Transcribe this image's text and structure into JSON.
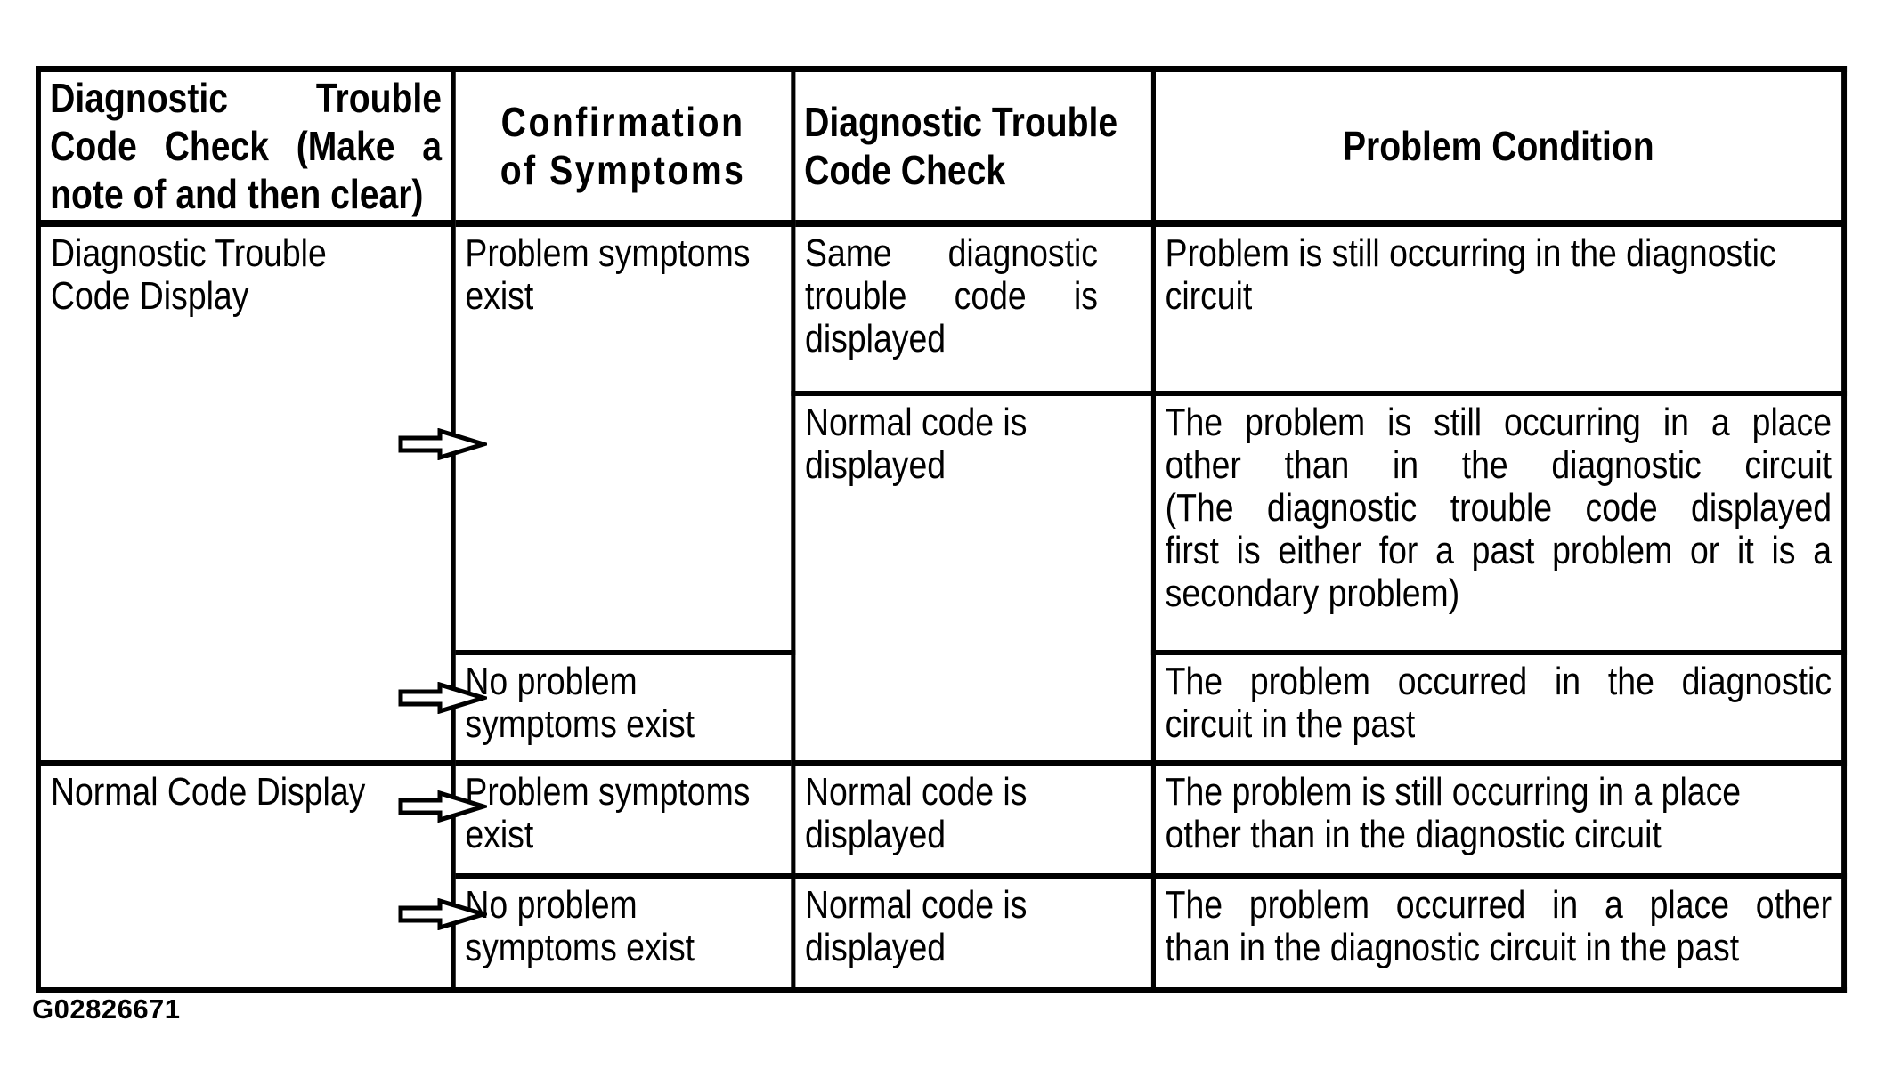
{
  "colors": {
    "background": "#ffffff",
    "border": "#000000",
    "text": "#000000",
    "arrow_fill": "#ffffff",
    "arrow_outline": "#000000"
  },
  "figure_id": "G02826671",
  "icons": {
    "arrow": "right-arrow"
  },
  "table": {
    "headers": {
      "col1": "Diagnostic Trouble\nCode Check (Make a\nnote of and then clear)",
      "col2": "Confirmation\nof Symptoms",
      "col3": "Diagnostic Trouble\nCode Check",
      "col4": "Problem Condition"
    },
    "cells": {
      "r1c1": "Diagnostic Trouble\nCode Display",
      "r1c2": "Problem symptoms\nexist",
      "r1c3": "Same diagnostic\ntrouble code is\ndisplayed",
      "r1c4": "Problem is still occurring in the diagnostic\ncircuit",
      "r2c3": "Normal code is\ndisplayed",
      "r2c4": "The problem is still occurring in a place\nother than in the diagnostic circuit\n(The diagnostic trouble code displayed\nfirst is either for a past problem or it is a\nsecondary problem)",
      "r3c2": "No problem\nsymptoms exist",
      "r3c4": "The problem occurred in the diagnostic\ncircuit in the past",
      "r4c1": "Normal Code Display",
      "r4c2": "Problem symptoms\nexist",
      "r4c3": "Normal code is\ndisplayed",
      "r4c4": "The problem is still occurring in a place\nother than in the diagnostic circuit",
      "r5c2": "No problem\nsymptoms exist",
      "r5c3": "Normal code is\ndisplayed",
      "r5c4": "The problem occurred in a place other\nthan in the diagnostic circuit in the past"
    }
  }
}
